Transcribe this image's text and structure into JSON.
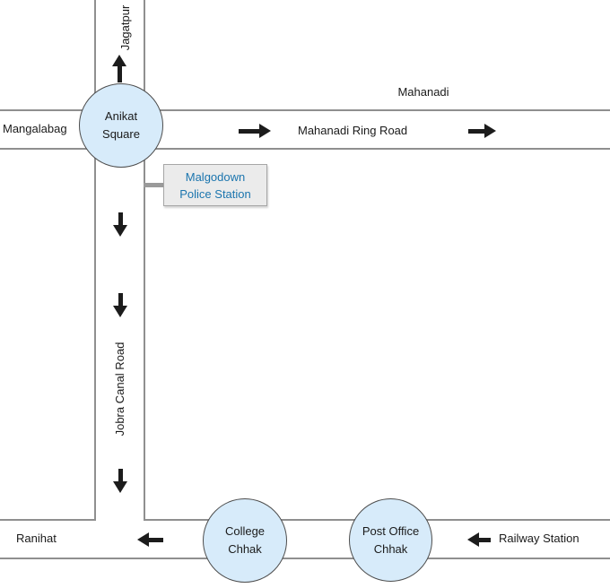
{
  "map": {
    "labels": {
      "jagatpur": "Jagatpur",
      "mangalabag": "Mangalabag",
      "mahanadi": "Mahanadi",
      "mahanadi_ring_road": "Mahanadi Ring Road",
      "jobra_canal_road": "Jobra Canal Road",
      "ranihat": "Ranihat",
      "railway_station": "Railway Station"
    },
    "nodes": {
      "anikat_square": {
        "line1": "Anikat",
        "line2": "Square"
      },
      "college_chhak": {
        "line1": "College",
        "line2": "Chhak"
      },
      "post_office_chhak": {
        "line1": "Post Office",
        "line2": "Chhak"
      }
    },
    "landmark": {
      "malgodown_police_station": {
        "line1": "Malgodown",
        "line2": "Police Station"
      }
    },
    "colors": {
      "road_line": "#8f8f8f",
      "junction_fill": "#d7ebfa",
      "junction_border": "#4d4d4d",
      "landmark_fill": "#ebebeb",
      "landmark_border": "#a6a6a6",
      "landmark_text": "#1b75ae",
      "arrow": "#1c1c1c",
      "label_text": "#1a1a1a"
    }
  }
}
